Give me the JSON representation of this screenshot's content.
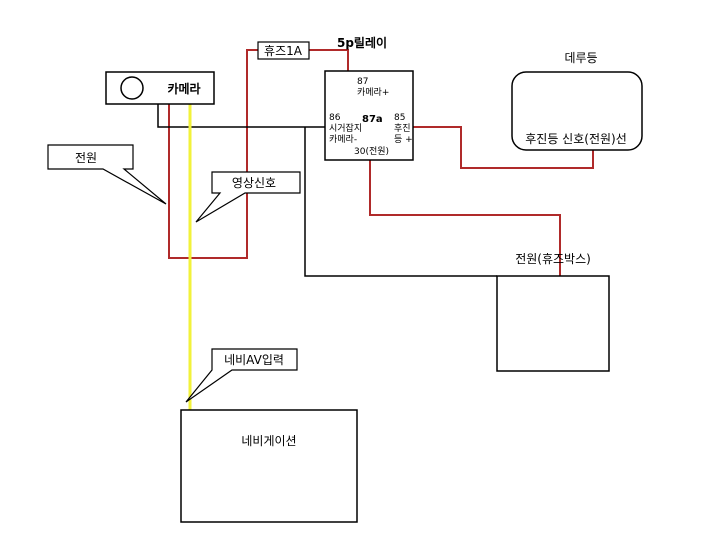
{
  "colors": {
    "wire_black": "#000000",
    "wire_red": "#b02a2a",
    "wire_yellow": "#f2f23a",
    "box_stroke": "#000000",
    "background": "#ffffff"
  },
  "labels": {
    "fuse": "휴즈1A",
    "relay_title": "5p릴레이",
    "camera": "카메라",
    "tail_light": "데루등",
    "tail_signal": "후진등 신호(전원)선",
    "power_callout": "전원",
    "video_callout": "영상신호",
    "fusebox": "전원(휴즈박스)",
    "navi_av": "네비AV입력",
    "navigation": "네비게이션"
  },
  "relay_pins": {
    "p87_num": "87",
    "p87_desc": "카메라+",
    "p86_num": "86",
    "p86_desc1": "시거잡지",
    "p86_desc2": "카메라-",
    "p87a": "87a",
    "p85_num": "85",
    "p85_desc1": "후진",
    "p85_desc2": "등 +",
    "p30": "30(전원)"
  }
}
